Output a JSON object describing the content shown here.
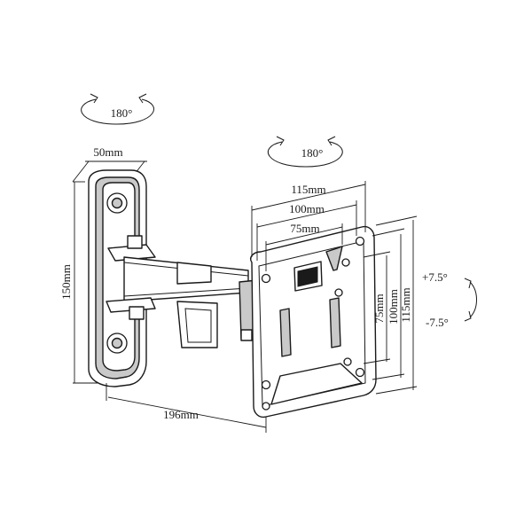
{
  "rotation": {
    "wall_swivel": "180°",
    "arm_swivel": "180°",
    "tilt_up": "+7.5°",
    "tilt_down": "-7.5°"
  },
  "dimensions": {
    "wall_plate_width": "50mm",
    "wall_plate_height": "150mm",
    "arm_length": "196mm",
    "vesa_max_h": "115mm",
    "vesa_mid_h": "100mm",
    "vesa_min_h": "75mm",
    "vesa_min_v": "75mm",
    "vesa_mid_v": "100mm",
    "vesa_max_v": "115mm"
  }
}
